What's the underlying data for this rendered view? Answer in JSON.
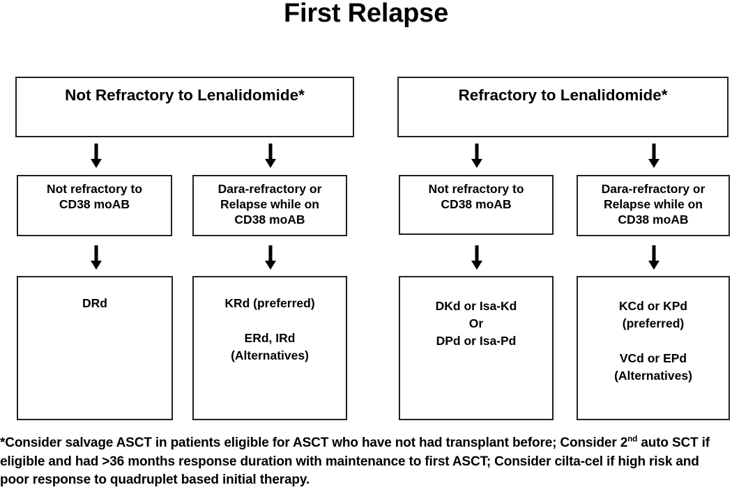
{
  "title": "First Relapse",
  "columns": {
    "left_group": {
      "header": "Not Refractory to Lenalidomide*",
      "branches": [
        {
          "cd38_status": "Not refractory to\nCD38 moAB",
          "regimens": "DRd"
        },
        {
          "cd38_status": "Dara-refractory or\nRelapse while on\nCD38 moAB",
          "regimens": "KRd (preferred)\n\nERd, IRd\n(Alternatives)"
        }
      ]
    },
    "right_group": {
      "header": "Refractory to Lenalidomide*",
      "branches": [
        {
          "cd38_status": "Not refractory to\nCD38 moAB",
          "regimens": "DKd or Isa-Kd\nOr\nDPd or Isa-Pd"
        },
        {
          "cd38_status": "Dara-refractory or\nRelapse while on\nCD38 moAB",
          "regimens": "KCd or KPd\n(preferred)\n\nVCd or EPd\n(Alternatives)"
        }
      ]
    }
  },
  "footnote": {
    "part1": "*Consider salvage ASCT in patients eligible for ASCT who have not had transplant before; Consider 2",
    "superscript": "nd",
    "part2": " auto SCT if eligible and had >36 months response duration with maintenance to first ASCT; Consider cilta-cel if high risk and poor response to quadruplet based initial therapy."
  },
  "colors": {
    "border": "#231f20",
    "text": "#000000",
    "background": "#ffffff"
  }
}
